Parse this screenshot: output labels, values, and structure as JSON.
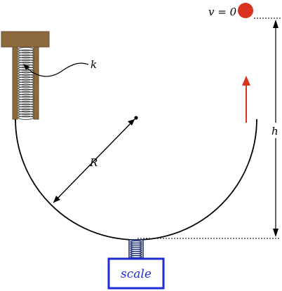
{
  "labels": {
    "velocity": "v = 0",
    "spring_constant": "k",
    "radius": "R",
    "height": "h",
    "scale": "scale"
  },
  "colors": {
    "ball": "#d9321f",
    "arrow": "#d9321f",
    "wood": "#8b6a3e",
    "wood_dark": "#6b4f2a",
    "scale_border": "#1e2bd6",
    "scale_spring": "#1a2a6a",
    "line": "#000000"
  },
  "icons": {
    "ball": "red-ball-icon",
    "up_arrow": "up-arrow-icon",
    "spring": "coil-spring-icon"
  }
}
